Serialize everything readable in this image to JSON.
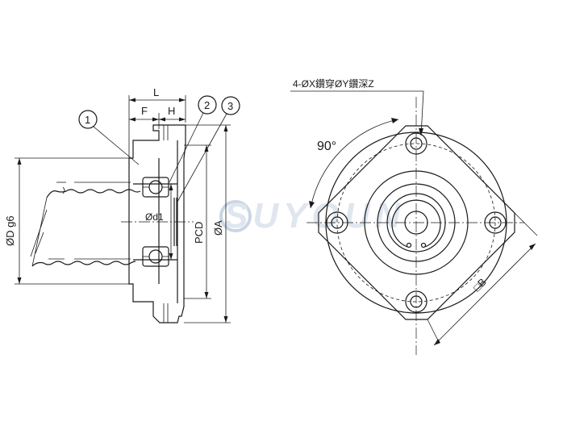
{
  "side_view": {
    "dim_L": "L",
    "dim_F": "F",
    "dim_H": "H",
    "dim_D": "ØD g6",
    "dim_d1": "Ød1",
    "dim_PCD": "PCD",
    "dim_A": "ØA",
    "balloons": [
      "1",
      "2",
      "3"
    ]
  },
  "front_view": {
    "hole_note": "4-ØX鑽穿ØY鑽深Z",
    "angle_label": "90°",
    "square_label": "□B"
  },
  "watermark": {
    "text": "SUYOUN",
    "color": "#c5d3e3"
  }
}
